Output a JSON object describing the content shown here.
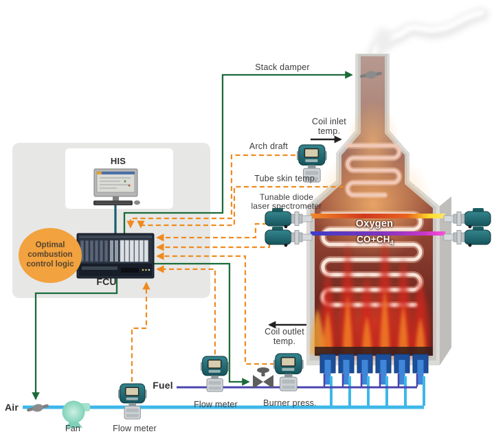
{
  "control_room": {
    "his_label": "HIS",
    "fcu_label": "FCU",
    "logic_lines": [
      "Optimal",
      "combustion",
      "control logic"
    ]
  },
  "annotations": {
    "stack_damper": "Stack damper",
    "coil_inlet": [
      "Coil inlet",
      "temp."
    ],
    "arch_draft": "Arch draft",
    "tube_skin": "Tube skin temp.",
    "tdls": [
      "Tunable diode",
      "laser spectrometer"
    ],
    "coil_outlet": [
      "Coil outlet",
      "temp."
    ],
    "burner_press": "Burner press.",
    "flow_meter_fuel": "Flow meter",
    "flow_meter_air": "Flow meter",
    "fan": "Fan"
  },
  "furnace": {
    "oxygen_label": "Oxygen",
    "co_ch4_label": {
      "base": "CO+CH",
      "sub": "4"
    }
  },
  "streams": {
    "air": "Air",
    "fuel": "Fuel"
  },
  "icons": {
    "transmitter": "pressure/temperature transmitter",
    "spectrometer": "tunable diode laser spectrometer head",
    "damper": "damper disc with handle",
    "valve": "control valve with actuator",
    "fan": "air blower fan",
    "monitor": "HIS operator workstation",
    "fcu_rack": "FCU controller rack",
    "furnace": "fired heater with coil, flames and stack",
    "smoke": "stack smoke plume"
  },
  "colors": {
    "signal_dashed_orange": "#f08a1e",
    "signal_green": "#1b6b3a",
    "his_link_teal": "#17606e",
    "air_line": "#3eb7e9",
    "fuel_line": "#4a44ae",
    "logic_ellipse": "#f2a23e",
    "oxygen_beam": [
      "#f08a28",
      "#d2391e",
      "#ffd92a"
    ],
    "co_ch4_beam": [
      "#3c3cc8",
      "#7a35c0",
      "#ff50d8"
    ],
    "control_room_box": "#e7e7e6"
  }
}
